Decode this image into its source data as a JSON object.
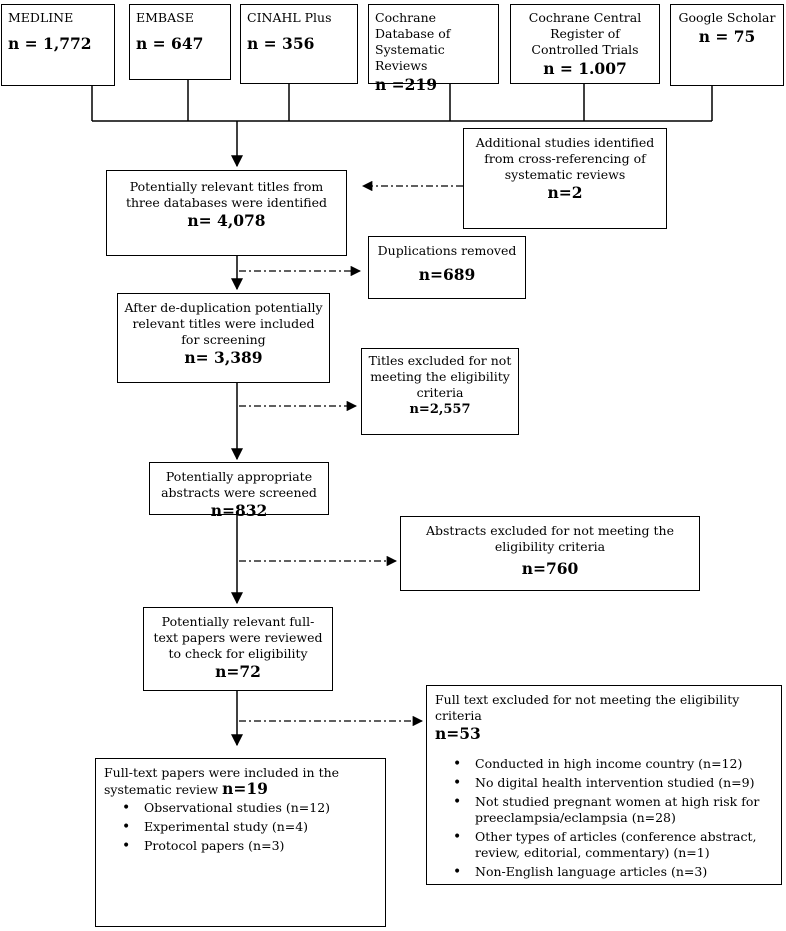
{
  "sources": [
    {
      "label": "MEDLINE",
      "count": "n = 1,772"
    },
    {
      "label": "EMBASE",
      "count": "n = 647"
    },
    {
      "label": "CINAHL Plus",
      "count": "n = 356"
    },
    {
      "label": "Cochrane Database of Systematic Reviews",
      "count": "n =219"
    },
    {
      "label": "Cochrane Central Register of Controlled Trials",
      "count": "n = 1.007"
    },
    {
      "label": "Google Scholar",
      "count": "n = 75"
    }
  ],
  "additional": {
    "text": "Additional studies identified from cross-referencing of systematic reviews",
    "count": "n=2"
  },
  "identified": {
    "text": "Potentially relevant titles from three databases were identified",
    "count": "n= 4,078"
  },
  "duplicates": {
    "text": "Duplications removed",
    "count": "n=689"
  },
  "dedup": {
    "text": "After de-duplication potentially relevant titles were included for screening",
    "count": "n= 3,389"
  },
  "titles_excluded": {
    "text": "Titles excluded for not meeting the eligibility criteria",
    "count": "n=2,557"
  },
  "abstracts": {
    "text": "Potentially appropriate abstracts were screened",
    "count": "n=832"
  },
  "abstracts_excluded": {
    "text": "Abstracts excluded for not meeting the eligibility criteria",
    "count": "n=760"
  },
  "fulltext": {
    "text": "Potentially relevant full-text papers were reviewed to check for eligibility",
    "count": "n=72"
  },
  "fulltext_excluded": {
    "text": "Full text excluded for not meeting the eligibility criteria",
    "count": "n=53",
    "items": [
      "Conducted in high income country (n=12)",
      "No digital health intervention studied (n=9)",
      "Not studied pregnant women at high risk for preeclampsia/eclampsia (n=28)",
      "Other types of articles (conference abstract, review, editorial, commentary) (n=1)",
      "Non-English language articles (n=3)"
    ]
  },
  "included": {
    "text": "Full-text papers were included in the systematic review",
    "count": "n=19",
    "items": [
      "Observational studies (n=12)",
      "Experimental study (n=4)",
      "Protocol papers (n=3)"
    ]
  }
}
